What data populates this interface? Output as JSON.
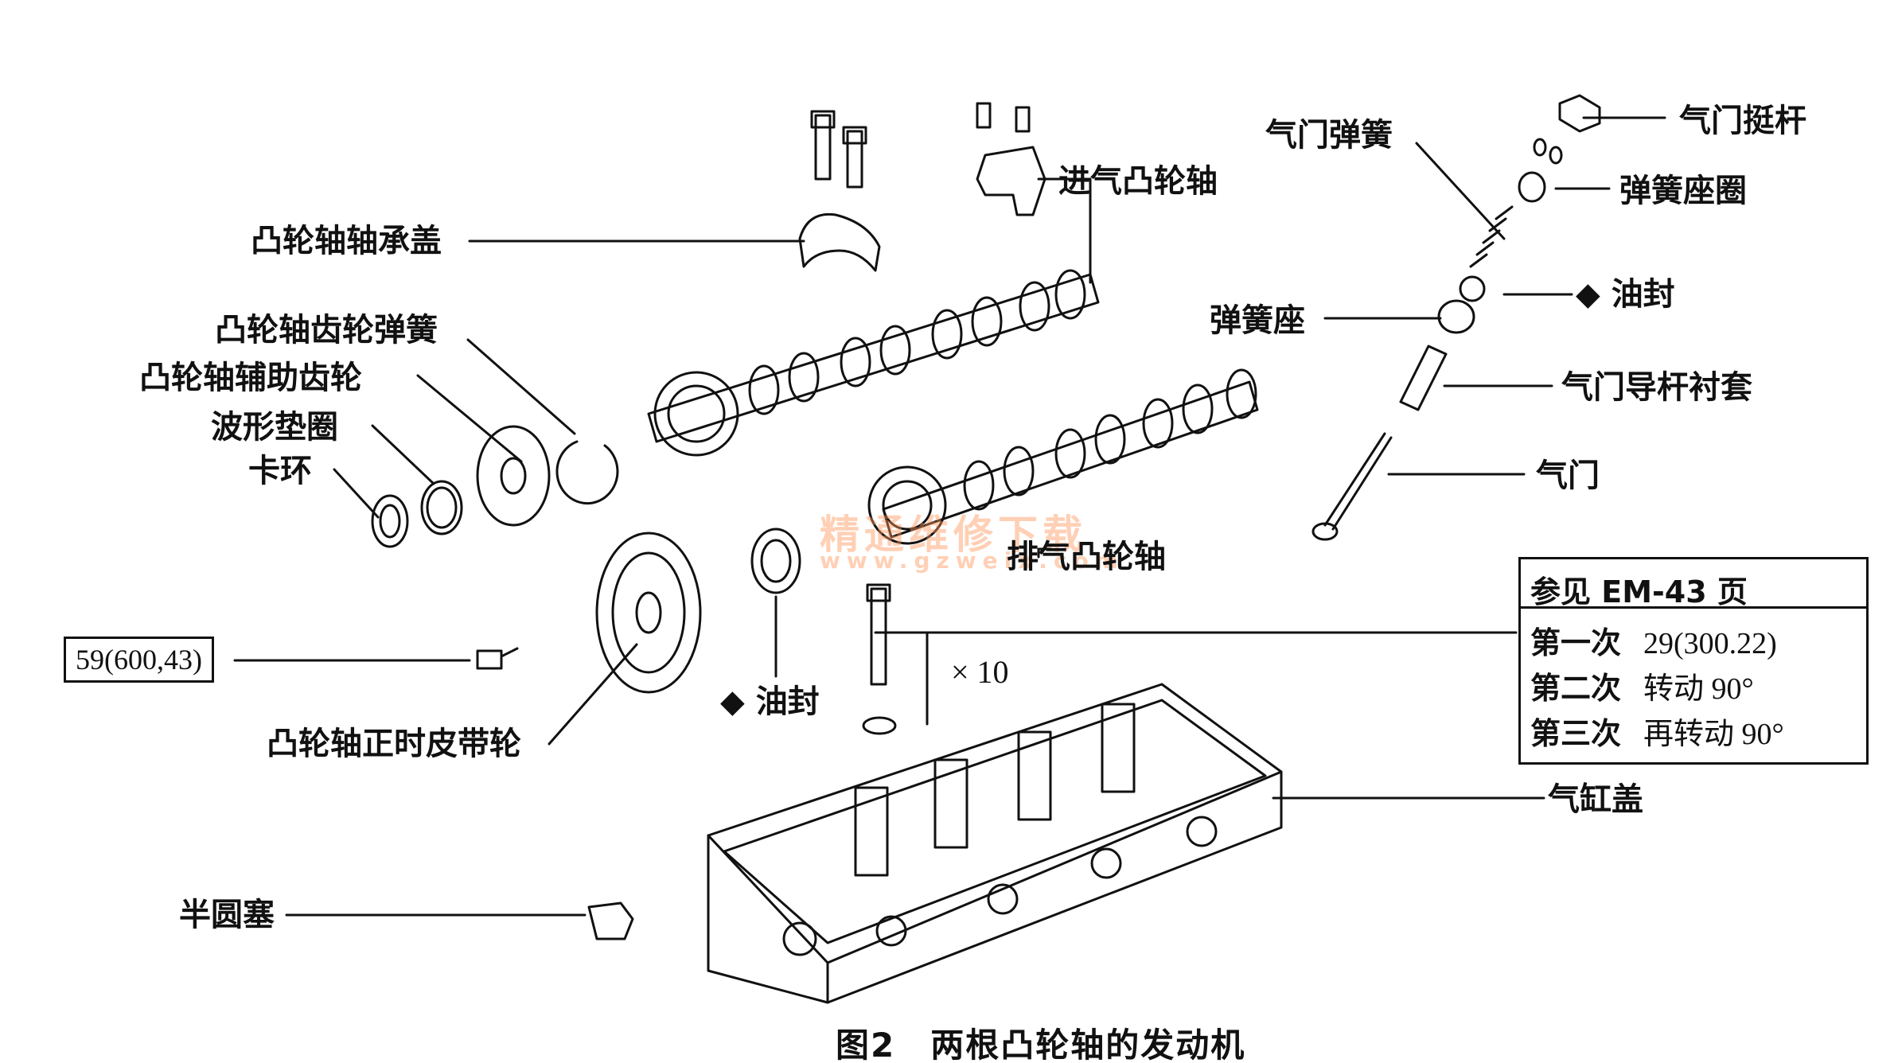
{
  "labels": {
    "camshaft_bearing_cap": "凸轮轴轴承盖",
    "camshaft_gear_spring": "凸轮轴齿轮弹簧",
    "camshaft_aux_gear": "凸轮轴辅助齿轮",
    "wave_washer": "波形垫圈",
    "snap_ring": "卡环",
    "torque_box": "59(600,43)",
    "timing_pulley": "凸轮轴正时皮带轮",
    "half_round_plug": "半圆塞",
    "intake_camshaft": "进气凸轮轴",
    "exhaust_camshaft": "排气凸轮轴",
    "oil_seal_front": "◆ 油封",
    "times_ten": "× 10",
    "valve_spring": "气门弹簧",
    "valve_lifter": "气门挺杆",
    "spring_retainer": "弹簧座圈",
    "oil_seal_valve": "◆ 油封",
    "spring_seat": "弹簧座",
    "valve_guide_bushing": "气门导杆衬套",
    "valve": "气门",
    "cylinder_head": "气缸盖"
  },
  "spec_table": {
    "header": "参见 EM-43 页",
    "rows": [
      {
        "step": "第一次",
        "value": "29(300.22)"
      },
      {
        "step": "第二次",
        "value": "转动 90°"
      },
      {
        "step": "第三次",
        "value": "再转动 90°"
      }
    ]
  },
  "watermark": {
    "text": "精通维修下载",
    "url": "www.gzweix.com"
  },
  "caption": "图2　两根凸轮轴的发动机"
}
